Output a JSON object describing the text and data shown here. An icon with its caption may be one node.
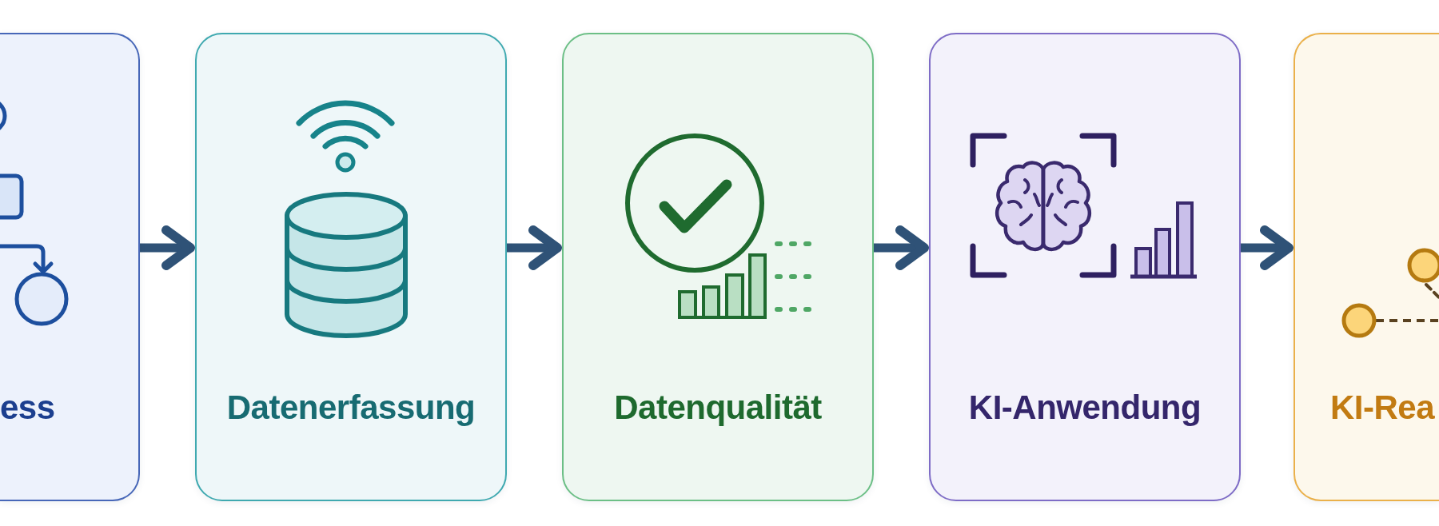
{
  "diagram": {
    "nodes": [
      {
        "text": [
          "ess"
        ]
      },
      {
        "text": [
          "Datenerfassung"
        ]
      },
      {
        "text": [
          "Datenqualität"
        ]
      },
      {
        "text": [
          "KI-Anwendung"
        ]
      },
      {
        "text": [
          "KI-Rea"
        ]
      }
    ],
    "edges": [
      {
        "from": 0,
        "to": 1,
        "arrow": "to"
      },
      {
        "from": 1,
        "to": 2,
        "arrow": "to"
      },
      {
        "from": 2,
        "to": 3,
        "arrow": "to"
      },
      {
        "from": 3,
        "to": 4,
        "arrow": "to"
      }
    ]
  }
}
